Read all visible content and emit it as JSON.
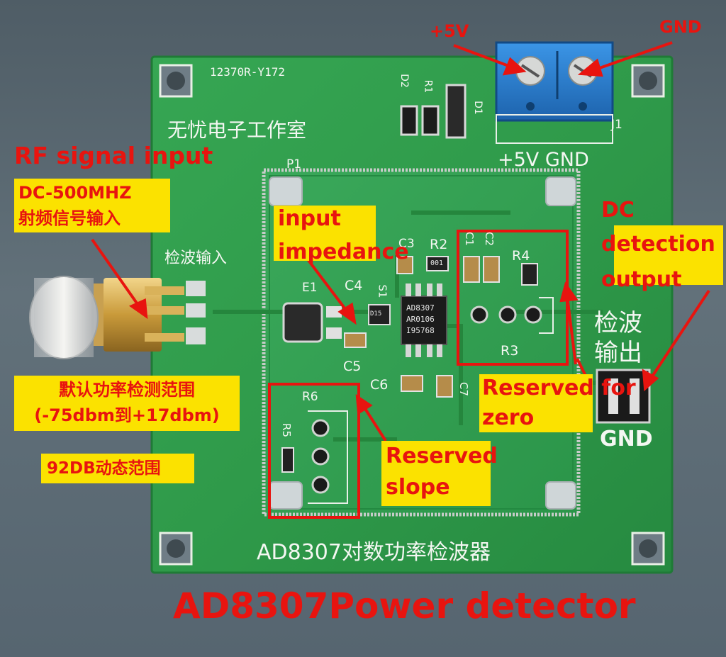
{
  "board": {
    "pcb_code": "12370R-Y172",
    "studio_name": "无忧电子工作室",
    "power_label": "+5V GND",
    "rf_input_cn": "检波输入",
    "detect_output_cn_line1": "检波",
    "detect_output_cn_line2": "输出",
    "gnd_label": "GND",
    "bottom_title": "AD8307对数功率检波器",
    "chip_line1": "AD8307",
    "chip_line2": "AR0106",
    "chip_line3": "I95768",
    "component_labels": {
      "d2": "D2",
      "r1": "R1",
      "d1": "D1",
      "j1": "J1",
      "p1": "P1",
      "c3": "C3",
      "r2": "R2",
      "c1": "C1",
      "c2": "C2",
      "r4": "R4",
      "e1": "E1",
      "c4": "C4",
      "s1": "S1",
      "r3": "R3",
      "c5": "C5",
      "c6": "C6",
      "c7": "C7",
      "r6": "R6",
      "r5": "R5",
      "diode_small": "D15",
      "chip_001": "001"
    }
  },
  "annotations": {
    "plus5v": "+5V",
    "gnd": "GND",
    "rf_signal_input": "RF signal input",
    "freq_range_line1": "DC-500MHZ",
    "freq_range_line2": "射频信号输入",
    "input_impedance_line1": "input",
    "input_impedance_line2": "impedance",
    "dc_output_line1": "DC",
    "dc_output_line2": "detection",
    "dc_output_line3": "output",
    "default_range_line1": "默认功率检测范围",
    "default_range_line2": "(-75dbm到+17dbm)",
    "dynamic_range": "92DB动态范围",
    "reserved_zero_line1": "Reserved for",
    "reserved_zero_line2": "zero",
    "reserved_slope_line1": "Reserved",
    "reserved_slope_line2": "slope",
    "product_title": "AD8307Power detector"
  },
  "colors": {
    "pcb_green": "#2f9a4a",
    "annotation_red": "#e8140f",
    "label_yellow": "#fbe200",
    "terminal_blue": "#2a7fd0"
  }
}
